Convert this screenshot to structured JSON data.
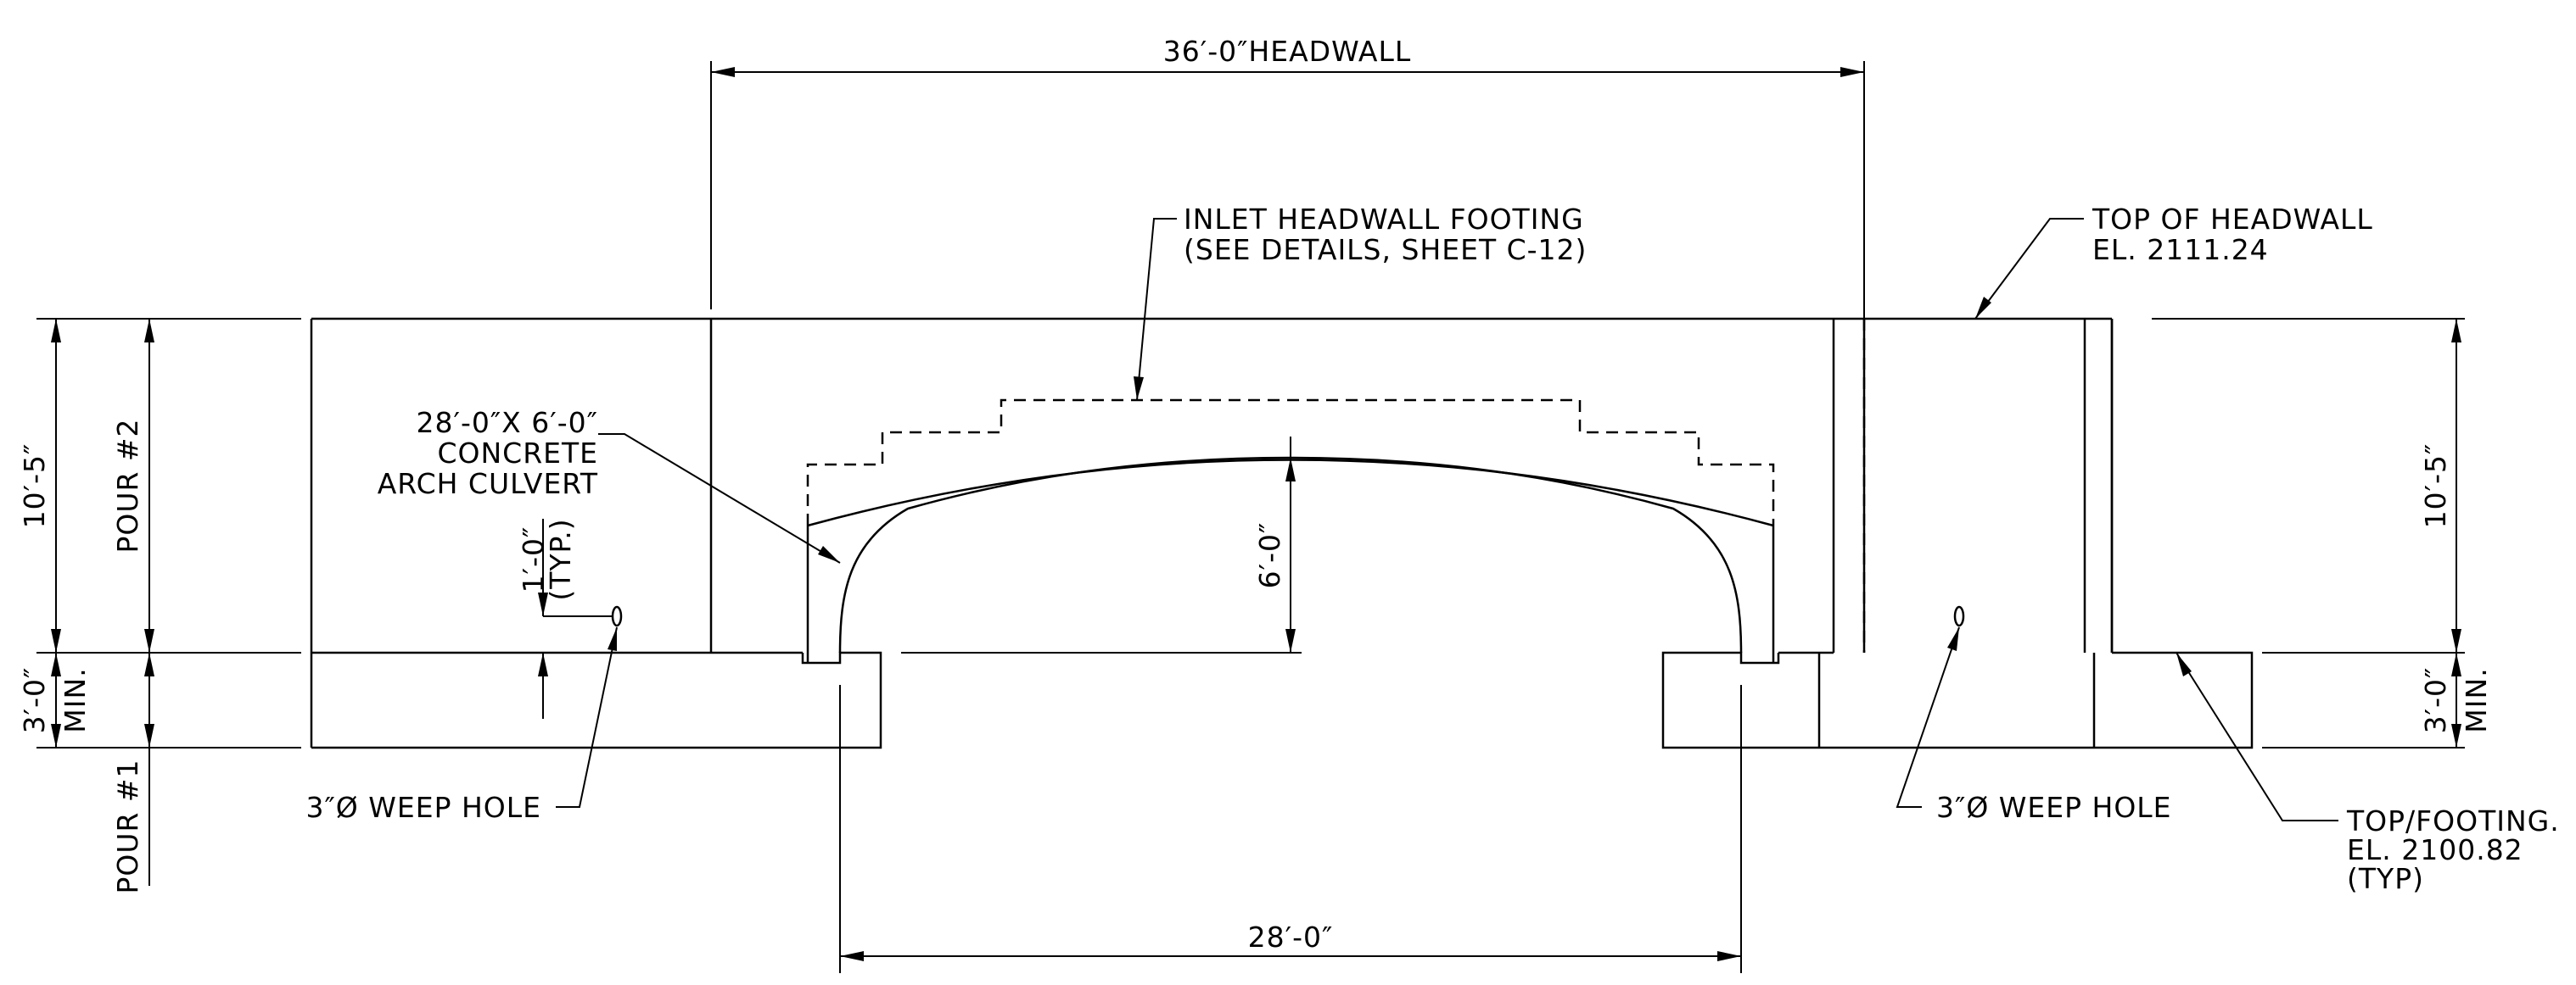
{
  "dimensions": {
    "headwall_width": "36′-0″HEADWALL",
    "left_height": "10′-5″",
    "left_pour2": "POUR #2",
    "left_min_depth": "3′-0″",
    "left_min_label": "MIN.",
    "left_pour1": "POUR #1",
    "right_height": "10′-5″",
    "right_min_depth": "3′-0″",
    "right_min_label": "MIN.",
    "weep_offset": "1′-0″",
    "weep_offset_note": "(TYP.)",
    "arch_rise": "6′-0″",
    "culvert_span": "28′-0″"
  },
  "labels": {
    "inlet_footing_line1": "INLET HEADWALL FOOTING",
    "inlet_footing_line2": "(SEE DETAILS, SHEET C-12)",
    "top_headwall_line1": "TOP OF HEADWALL",
    "top_headwall_line2": "EL. 2111.24",
    "culvert_line1": "28′-0″X 6′-0″",
    "culvert_line2": "CONCRETE",
    "culvert_line3": "ARCH CULVERT",
    "weep_left": "3″Ø WEEP HOLE",
    "weep_right": "3″Ø WEEP HOLE",
    "top_footing_line1": "TOP/FOOTING.",
    "top_footing_line2": "EL. 2100.82",
    "top_footing_line3": "(TYP)"
  }
}
